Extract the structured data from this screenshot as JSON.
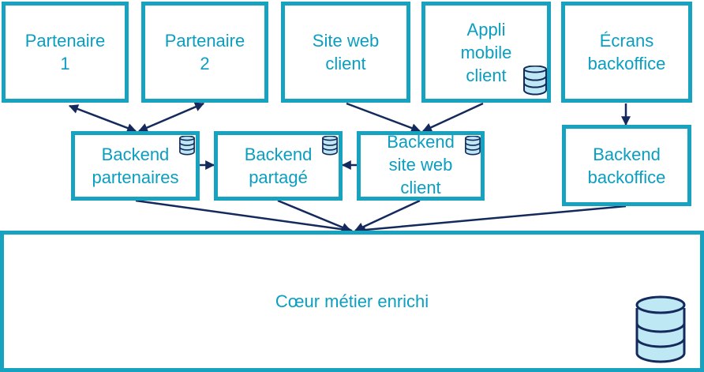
{
  "colors": {
    "border": "#17a2bf",
    "text": "#0a9ec0",
    "arrow": "#142a5c",
    "db_fill": "#bfe8f5",
    "db_stroke": "#142a5c"
  },
  "nodes": {
    "partenaire1": "Partenaire\n1",
    "partenaire2": "Partenaire\n2",
    "site_web_client": "Site web\nclient",
    "appli_mobile_client": "Appli\nmobile\nclient",
    "ecrans_backoffice": "Écrans\nbackoffice",
    "backend_partenaires": "Backend\npartenaires",
    "backend_partage": "Backend\npartagé",
    "backend_site_web_client": "Backend\nsite web\nclient",
    "backend_backoffice": "Backend\nbackoffice",
    "coeur_metier": "Cœur métier enrichi"
  },
  "edges": [
    {
      "from": "partenaire1",
      "to": "backend_partenaires",
      "direction": "both"
    },
    {
      "from": "partenaire2",
      "to": "backend_partenaires",
      "direction": "both"
    },
    {
      "from": "site_web_client",
      "to": "backend_site_web_client",
      "direction": "forward"
    },
    {
      "from": "appli_mobile_client",
      "to": "backend_site_web_client",
      "direction": "forward"
    },
    {
      "from": "ecrans_backoffice",
      "to": "backend_backoffice",
      "direction": "forward"
    },
    {
      "from": "backend_partenaires",
      "to": "backend_partage",
      "direction": "forward"
    },
    {
      "from": "backend_site_web_client",
      "to": "backend_partage",
      "direction": "forward"
    },
    {
      "from": "backend_partenaires",
      "to": "coeur_metier",
      "direction": "forward"
    },
    {
      "from": "backend_partage",
      "to": "coeur_metier",
      "direction": "forward"
    },
    {
      "from": "backend_site_web_client",
      "to": "coeur_metier",
      "direction": "forward"
    },
    {
      "from": "backend_backoffice",
      "to": "coeur_metier",
      "direction": "forward"
    }
  ],
  "databases": [
    "appli_mobile_client",
    "backend_partenaires",
    "backend_partage",
    "backend_site_web_client",
    "coeur_metier"
  ]
}
